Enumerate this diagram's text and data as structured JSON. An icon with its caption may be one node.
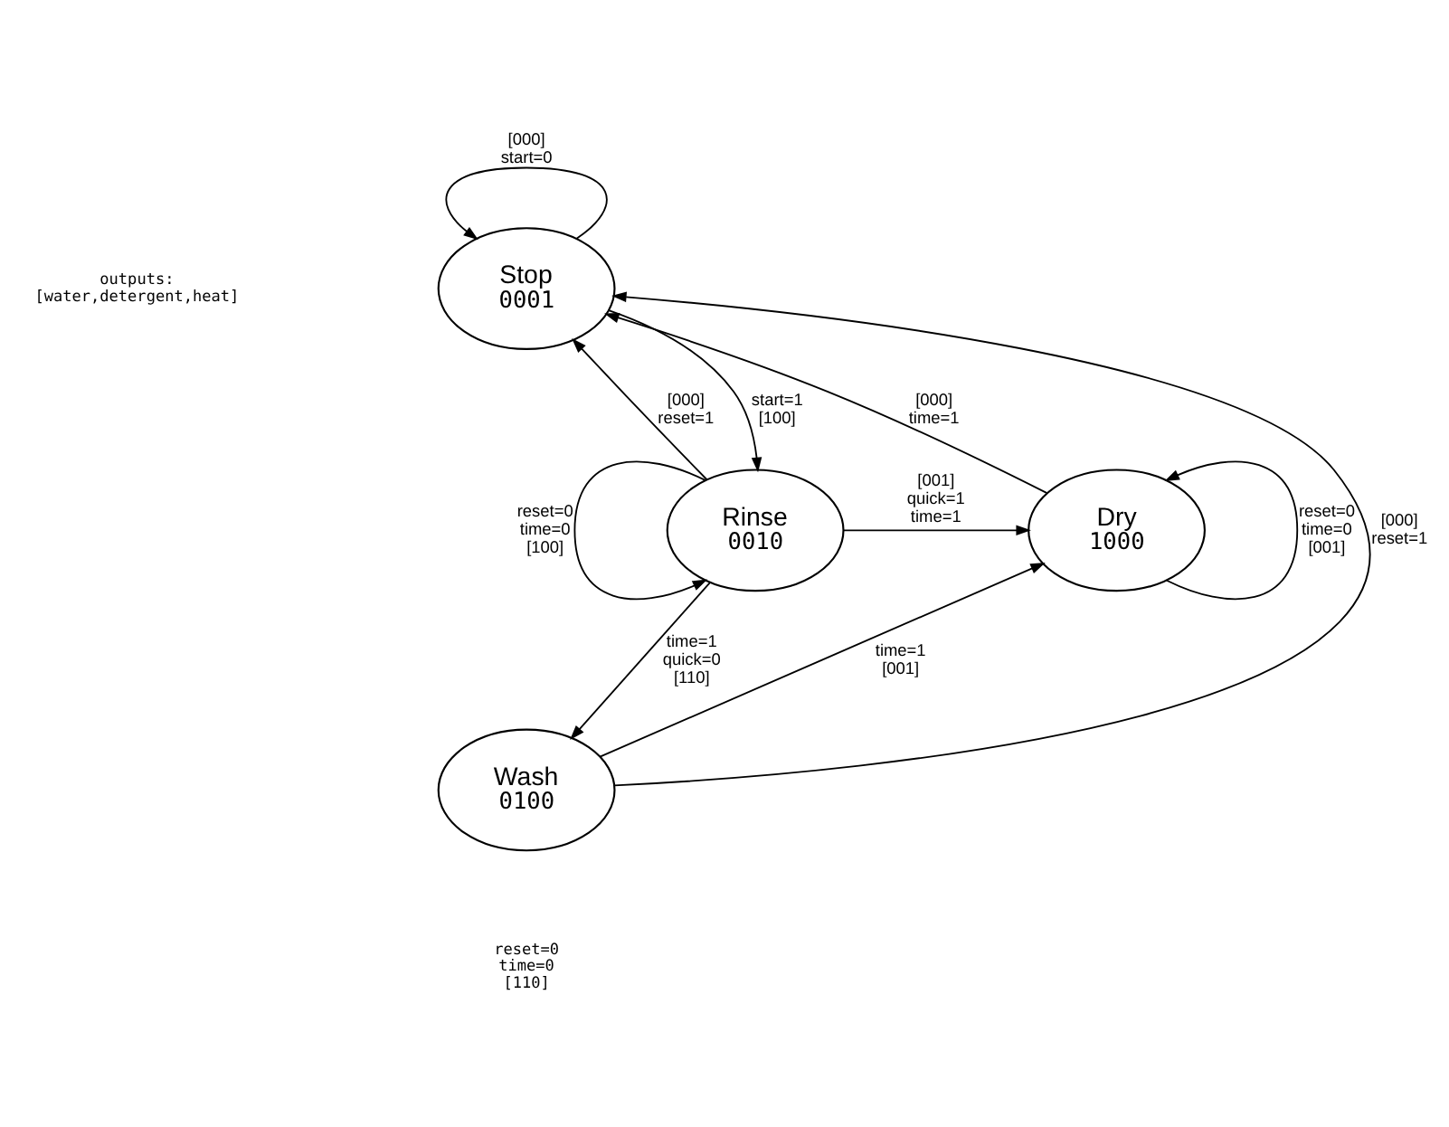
{
  "diagram": {
    "nodes": [
      {
        "text": [
          "Stop",
          "0001"
        ]
      },
      {
        "text": [
          "Rinse",
          "0010"
        ]
      },
      {
        "text": [
          "Dry",
          "1000"
        ]
      },
      {
        "text": [
          "Wash",
          "0100"
        ]
      }
    ],
    "edges": [
      {
        "from": 0,
        "to": 0,
        "arrow": "to",
        "label": "[000] start=0"
      },
      {
        "from": 1,
        "to": 0,
        "arrow": "to",
        "label": "[000] reset=1"
      },
      {
        "from": 0,
        "to": 1,
        "arrow": "to",
        "label": "start=1 [100]"
      },
      {
        "from": 2,
        "to": 0,
        "arrow": "to",
        "label": "[000] time=1"
      },
      {
        "from": 1,
        "to": 1,
        "arrow": "to",
        "label": "reset=0 time=0 [100]"
      },
      {
        "from": 1,
        "to": 2,
        "arrow": "to",
        "label": "[001] quick=1 time=1"
      },
      {
        "from": 2,
        "to": 2,
        "arrow": "to",
        "label": "reset=0 time=0 [001]"
      },
      {
        "from": 1,
        "to": 3,
        "arrow": "to",
        "label": "time=1 quick=0 [110]"
      },
      {
        "from": 3,
        "to": 0,
        "arrow": "to",
        "label": "[000] reset=1"
      },
      {
        "from": 3,
        "to": 2,
        "arrow": "to",
        "label": "time=1 [001]"
      }
    ],
    "labels": [
      "outputs: [water,detergent,heat]",
      "reset=0 time=0 [110]"
    ]
  }
}
